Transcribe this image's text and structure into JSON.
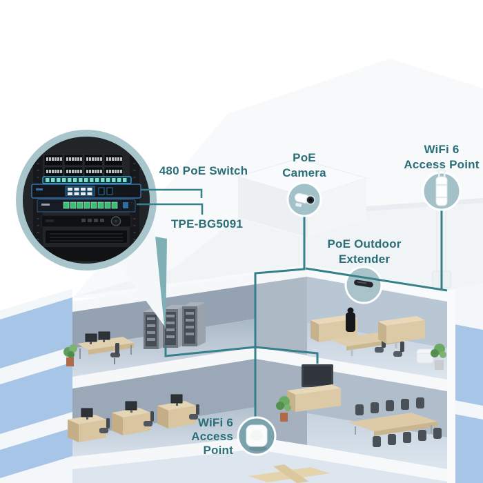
{
  "diagram": {
    "description": "Isometric office building cutaway showing a PoE network deployment",
    "colors": {
      "accent_text": "#2A6E77",
      "cable": "#35808A",
      "badge_fill": "#A3C1C9",
      "badge_fill_strong": "#7BA3AE",
      "inset_ring": "#A7C5CA",
      "facade_blue": "#A7C5E6",
      "switch_port_green": "#37C072",
      "switch_glow_blue": "#3C86C8"
    },
    "inset": {
      "icon": "rack-equipment-icon",
      "callout_switch": "480 PoE Switch",
      "callout_model": "TPE-BG5091"
    },
    "callouts": {
      "camera": {
        "icon": "poe-camera-icon",
        "lines": [
          "PoE",
          "Camera"
        ]
      },
      "ap_top": {
        "icon": "outdoor-access-point-icon",
        "lines": [
          "WiFi 6",
          "Access Point"
        ]
      },
      "extender": {
        "icon": "poe-extender-icon",
        "lines": [
          "PoE Outdoor",
          "Extender"
        ]
      },
      "ap_bottom": {
        "icon": "ceiling-access-point-icon",
        "lines": [
          "WiFi 6",
          "Access",
          "Point"
        ]
      }
    },
    "rooms": [
      "server-room",
      "executive-office",
      "open-office",
      "conference-room"
    ]
  }
}
